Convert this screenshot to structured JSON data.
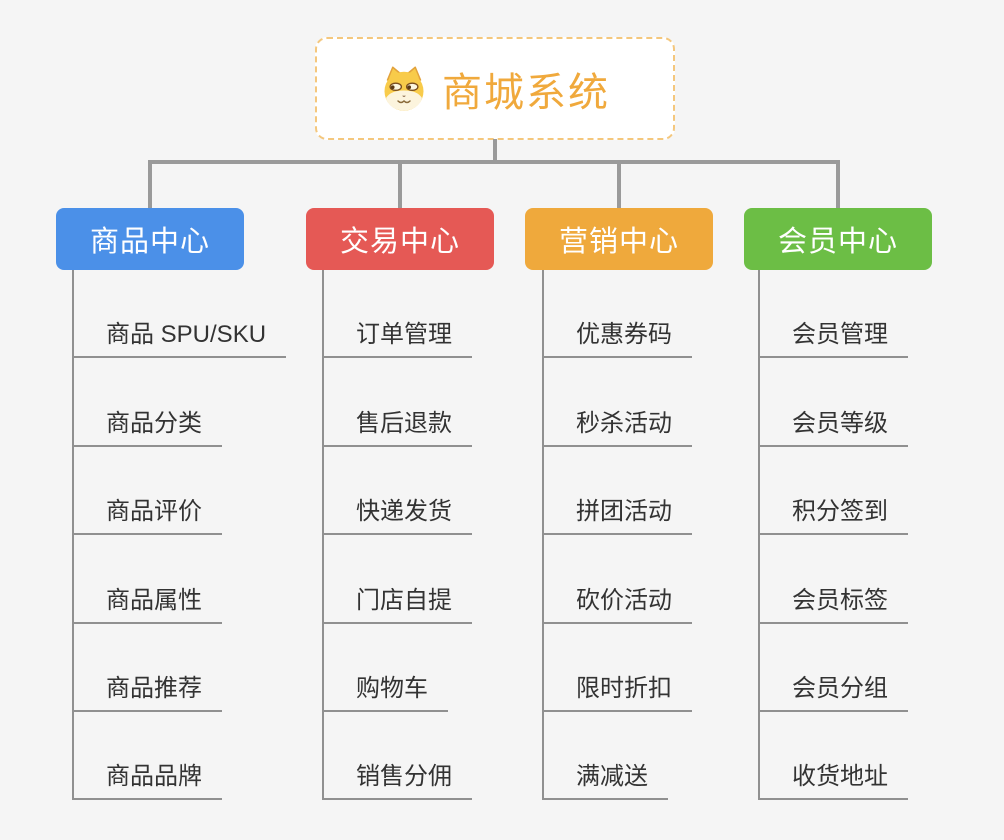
{
  "canvas": {
    "background_color": "#f5f5f5",
    "connector_color": "#9a9a9a",
    "leaf_line_color": "#909090",
    "leaf_text_color": "#333333"
  },
  "root": {
    "label": "商城系统",
    "icon": "dog-face-icon",
    "text_color": "#f0a93c",
    "border_color": "#f4c77d",
    "background_color": "#ffffff"
  },
  "branches": [
    {
      "label": "商品中心",
      "color": "#4b90e8",
      "children": [
        "商品 SPU/SKU",
        "商品分类",
        "商品评价",
        "商品属性",
        "商品推荐",
        "商品品牌"
      ]
    },
    {
      "label": "交易中心",
      "color": "#e55955",
      "children": [
        "订单管理",
        "售后退款",
        "快递发货",
        "门店自提",
        "购物车",
        "销售分佣"
      ]
    },
    {
      "label": "营销中心",
      "color": "#efa93c",
      "children": [
        "优惠券码",
        "秒杀活动",
        "拼团活动",
        "砍价活动",
        "限时折扣",
        "满减送"
      ]
    },
    {
      "label": "会员中心",
      "color": "#6cbe45",
      "children": [
        "会员管理",
        "会员等级",
        "积分签到",
        "会员标签",
        "会员分组",
        "收货地址"
      ]
    }
  ]
}
